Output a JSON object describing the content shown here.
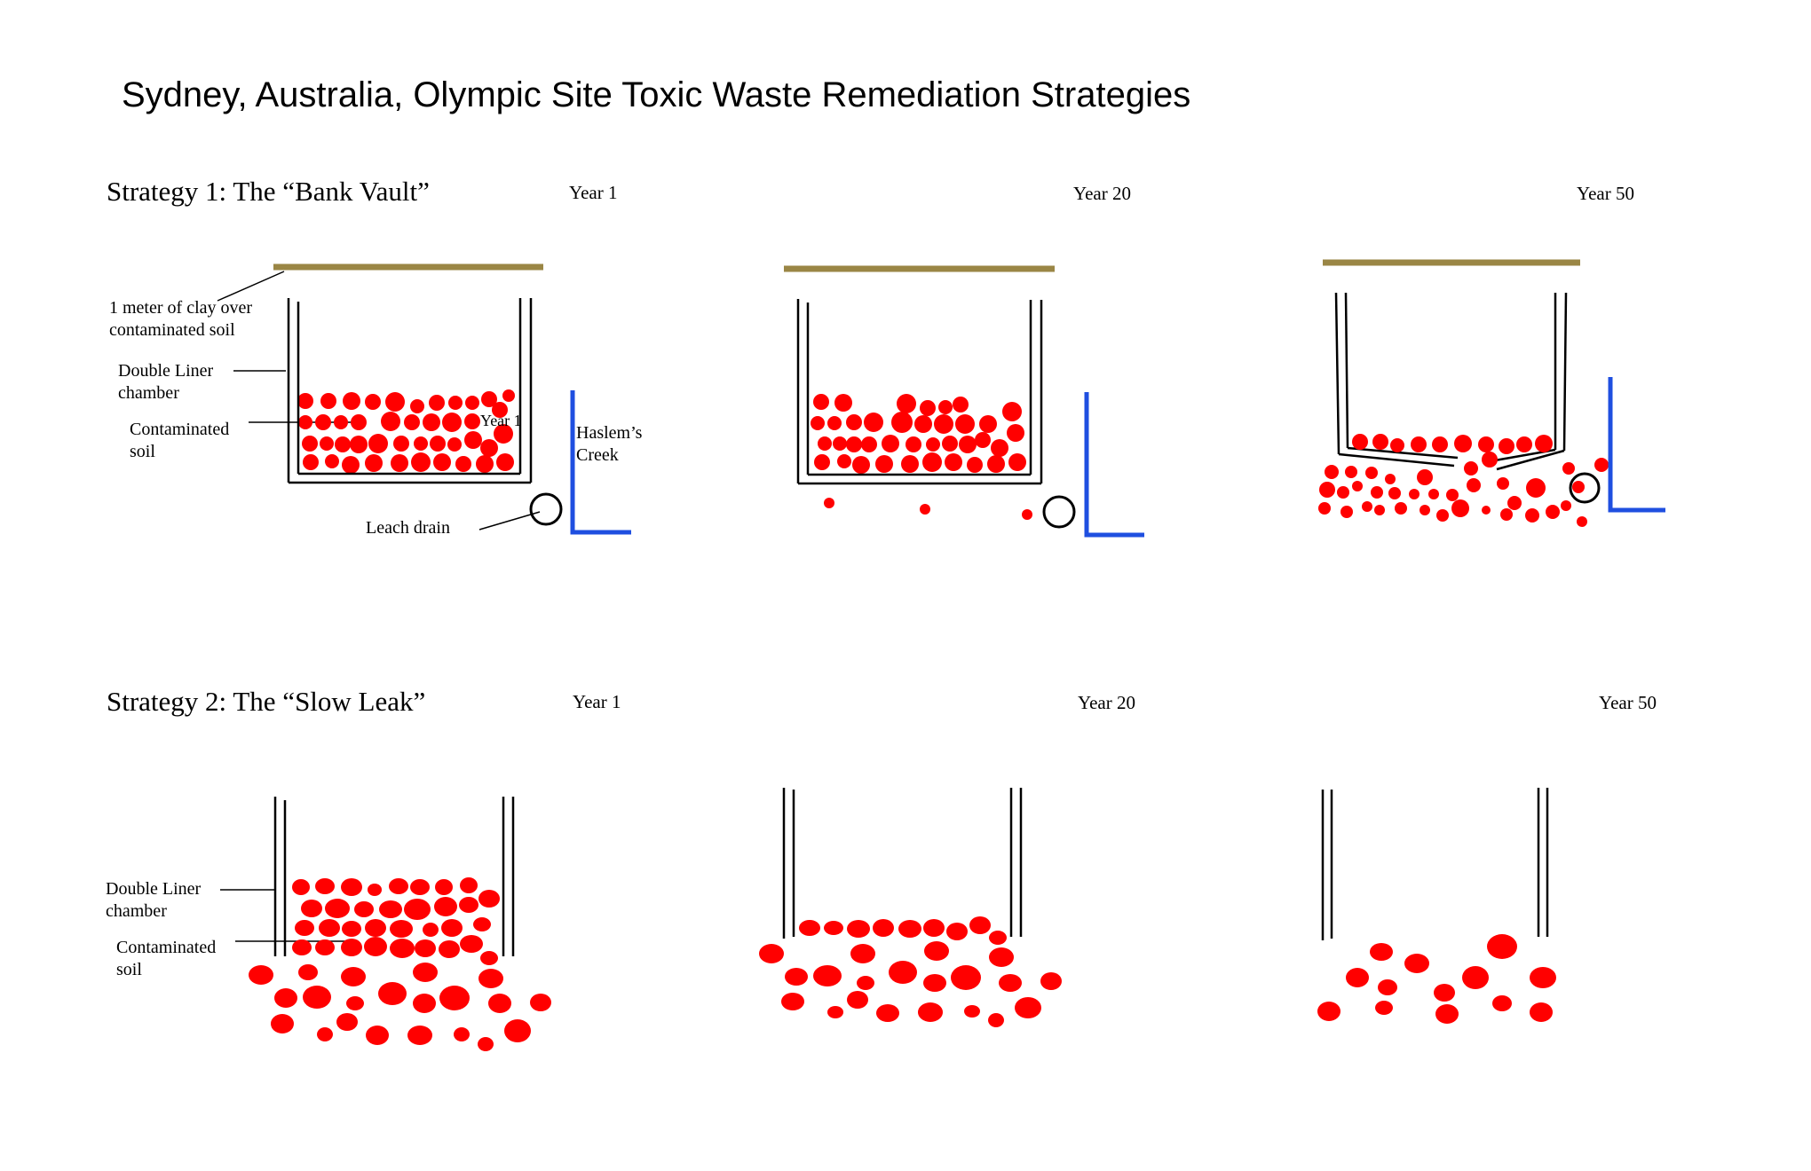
{
  "title": "Sydney, Australia, Olympic Site Toxic Waste Remediation Strategies",
  "colors": {
    "clay": "#9A8645",
    "creek": "#1F4FE0",
    "soil": "#FF0000",
    "liner": "#000000"
  },
  "strategy1": {
    "heading": "Strategy 1: The “Bank Vault”",
    "years": [
      "Year 1",
      "Year 20",
      "Year 50"
    ],
    "labels": {
      "clay_line1": "1 meter of clay over",
      "clay_line2": "contaminated soil",
      "liner_line1": "Double Liner",
      "liner_line2": "chamber",
      "soil_line1": "Contaminated",
      "soil_line2": "soil",
      "drain": "Leach drain",
      "creek_line1": "Haslem’s",
      "creek_line2": "Creek",
      "inner_year": "Year 1"
    }
  },
  "strategy2": {
    "heading": "Strategy 2: The “Slow Leak”",
    "years": [
      "Year 1",
      "Year 20",
      "Year 50"
    ],
    "labels": {
      "liner_line1": "Double Liner",
      "liner_line2": "chamber",
      "soil_line1": "Contaminated",
      "soil_line2": "soil"
    }
  }
}
